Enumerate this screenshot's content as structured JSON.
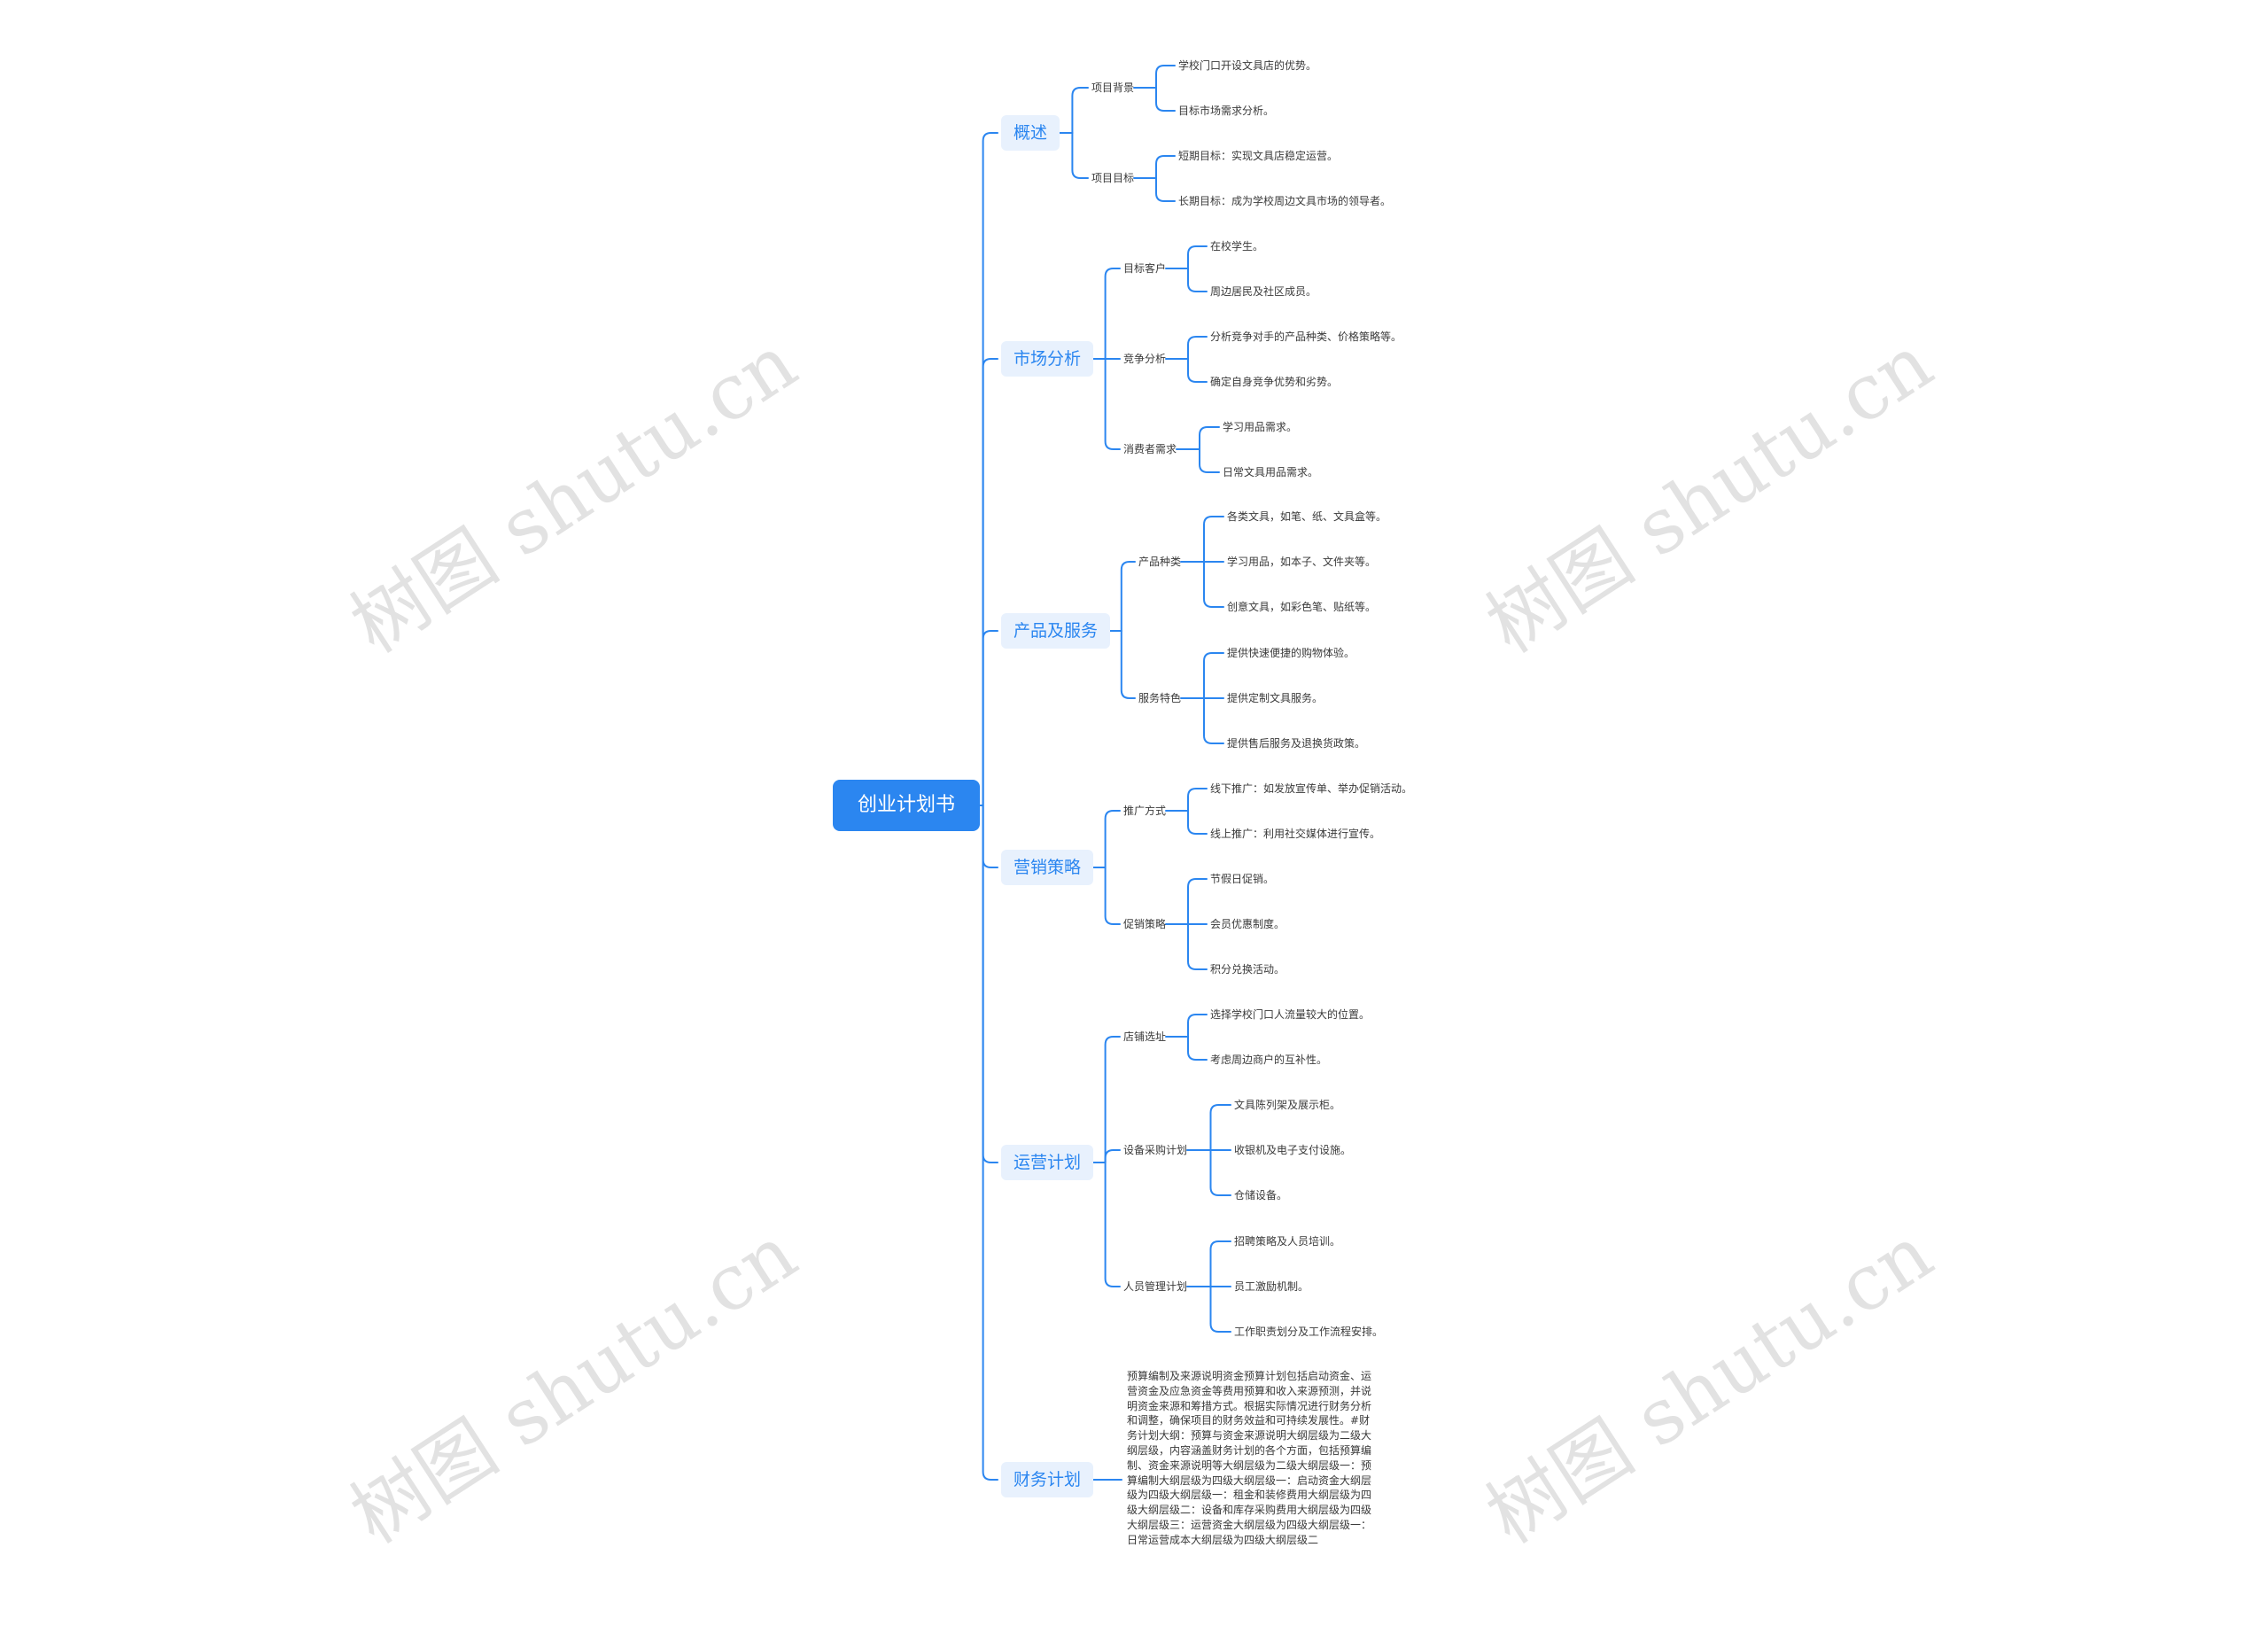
{
  "root": "创业计划书",
  "branches": [
    {
      "label": "概述",
      "children": [
        {
          "label": "项目背景",
          "children": [
            "学校门口开设文具店的优势。",
            "目标市场需求分析。"
          ]
        },
        {
          "label": "项目目标",
          "children": [
            "短期目标：实现文具店稳定运营。",
            "长期目标：成为学校周边文具市场的领导者。"
          ]
        }
      ]
    },
    {
      "label": "市场分析",
      "children": [
        {
          "label": "目标客户",
          "children": [
            "在校学生。",
            "周边居民及社区成员。"
          ]
        },
        {
          "label": "竞争分析",
          "children": [
            "分析竞争对手的产品种类、价格策略等。",
            "确定自身竞争优势和劣势。"
          ]
        },
        {
          "label": "消费者需求",
          "children": [
            "学习用品需求。",
            "日常文具用品需求。"
          ]
        }
      ]
    },
    {
      "label": "产品及服务",
      "children": [
        {
          "label": "产品种类",
          "children": [
            "各类文具，如笔、纸、文具盒等。",
            "学习用品，如本子、文件夹等。",
            "创意文具，如彩色笔、贴纸等。"
          ]
        },
        {
          "label": "服务特色",
          "children": [
            "提供快速便捷的购物体验。",
            "提供定制文具服务。",
            "提供售后服务及退换货政策。"
          ]
        }
      ]
    },
    {
      "label": "营销策略",
      "children": [
        {
          "label": "推广方式",
          "children": [
            "线下推广：如发放宣传单、举办促销活动。",
            "线上推广：利用社交媒体进行宣传。"
          ]
        },
        {
          "label": "促销策略",
          "children": [
            "节假日促销。",
            "会员优惠制度。",
            "积分兑换活动。"
          ]
        }
      ]
    },
    {
      "label": "运营计划",
      "children": [
        {
          "label": "店铺选址",
          "children": [
            "选择学校门口人流量较大的位置。",
            "考虑周边商户的互补性。"
          ]
        },
        {
          "label": "设备采购计划",
          "children": [
            "文具陈列架及展示柜。",
            "收银机及电子支付设施。",
            "仓储设备。"
          ]
        },
        {
          "label": "人员管理计划",
          "children": [
            "招聘策略及人员培训。",
            "员工激励机制。",
            "工作职责划分及工作流程安排。"
          ]
        }
      ]
    },
    {
      "label": "财务计划",
      "paragraph": "预算编制及来源说明资金预算计划包括启动资金、运营资金及应急资金等费用预算和收入来源预测，并说明资金来源和筹措方式。根据实际情况进行财务分析和调整，确保项目的财务效益和可持续发展性。#财务计划大纲：预算与资金来源说明大纲层级为二级大纲层级，内容涵盖财务计划的各个方面，包括预算编制、资金来源说明等大纲层级为二级大纲层级一：预算编制大纲层级为四级大纲层级一：启动资金大纲层级为四级大纲层级一：租金和装修费用大纲层级为四级大纲层级二：设备和库存采购费用大纲层级为四级大纲层级三：运营资金大纲层级为四级大纲层级一：日常运营成本大纲层级为四级大纲层级二"
    }
  ],
  "watermark": "树图 shutu.cn"
}
